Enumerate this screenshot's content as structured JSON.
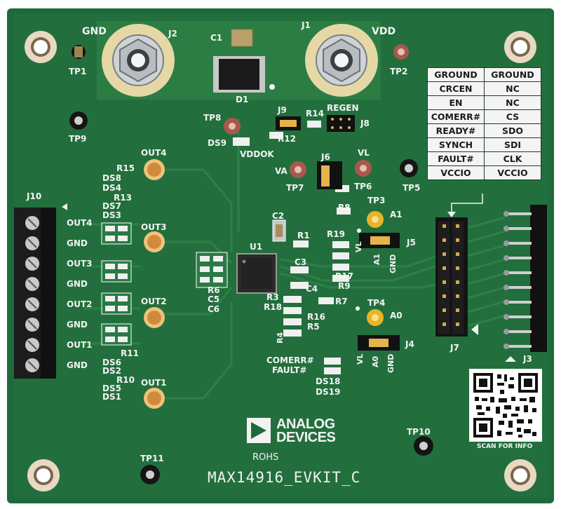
{
  "board": {
    "name": "MAX14916_EVKIT_C",
    "rohs": "ROHS",
    "logo_line1": "ANALOG",
    "logo_line2": "DEVICES",
    "scan_for_info": "SCAN FOR INFO"
  },
  "colors": {
    "pcb": "#1f6a3a",
    "pcb_dark": "#16552d",
    "silkscreen": "#f2f2f2",
    "copper_pad": "#d08a3e",
    "lug": "#e6d8a6"
  },
  "pin_table": [
    [
      "GROUND",
      "GROUND"
    ],
    [
      "CRCEN",
      "NC"
    ],
    [
      "EN",
      "NC"
    ],
    [
      "COMERR#",
      "CS"
    ],
    [
      "READY#",
      "SDO"
    ],
    [
      "SYNCH",
      "SDI"
    ],
    [
      "FAULT#",
      "CLK"
    ],
    [
      "VCCIO",
      "VCCIO"
    ]
  ],
  "top_labels": {
    "gnd": "GND",
    "vdd": "VDD",
    "j1": "J1",
    "j2": "J2",
    "c1": "C1",
    "d1": "D1",
    "tp1": "TP1",
    "tp2": "TP2",
    "tp8": "TP8",
    "tp9": "TP9",
    "j9": "J9",
    "r14": "R14",
    "regen": "REGEN",
    "j8": "J8",
    "r12": "R12",
    "ds9": "DS9",
    "vddok": "VDDOK"
  },
  "mid_labels": {
    "j6": "J6",
    "vl": "VL",
    "va": "VA",
    "tp7": "TP7",
    "tp6": "TP6",
    "tp5": "TP5",
    "tp3": "TP3",
    "a1": "A1",
    "r8": "R8",
    "r19": "R19",
    "j5": "J5",
    "vl2": "VL",
    "a1b": "A1",
    "gnd_j5": "GND",
    "r17": "R17",
    "r9": "R9",
    "c2": "C2",
    "u1": "U1",
    "r1": "R1",
    "c3": "C3",
    "c4": "C4",
    "r3": "R3",
    "r18": "R18",
    "r16": "R16",
    "r5": "R5",
    "r7": "R7",
    "r4": "R4",
    "tp4": "TP4",
    "a0": "A0",
    "j4": "J4",
    "vl3": "VL",
    "a0b": "A0",
    "gnd_j4": "GND",
    "j7": "J7",
    "j3": "J3",
    "r6": "R6",
    "c5": "C5",
    "c6": "C6",
    "comerr": "COMERR#",
    "fault": "FAULT#",
    "ds18": "DS18",
    "ds19": "DS19"
  },
  "left_labels": {
    "j10": "J10",
    "terminals": [
      "OUT4",
      "GND",
      "OUT3",
      "GND",
      "OUT2",
      "GND",
      "OUT1",
      "GND"
    ],
    "out4": "OUT4",
    "out3": "OUT3",
    "out2": "OUT2",
    "out1": "OUT1",
    "r15": "R15",
    "ds8": "DS8",
    "ds4": "DS4",
    "r13": "R13",
    "ds7": "DS7",
    "ds3": "DS3",
    "r11": "R11",
    "ds6": "DS6",
    "ds2": "DS2",
    "r10": "R10",
    "ds5": "DS5",
    "ds1": "DS1"
  },
  "bottom_labels": {
    "tp10": "TP10",
    "tp11": "TP11"
  }
}
